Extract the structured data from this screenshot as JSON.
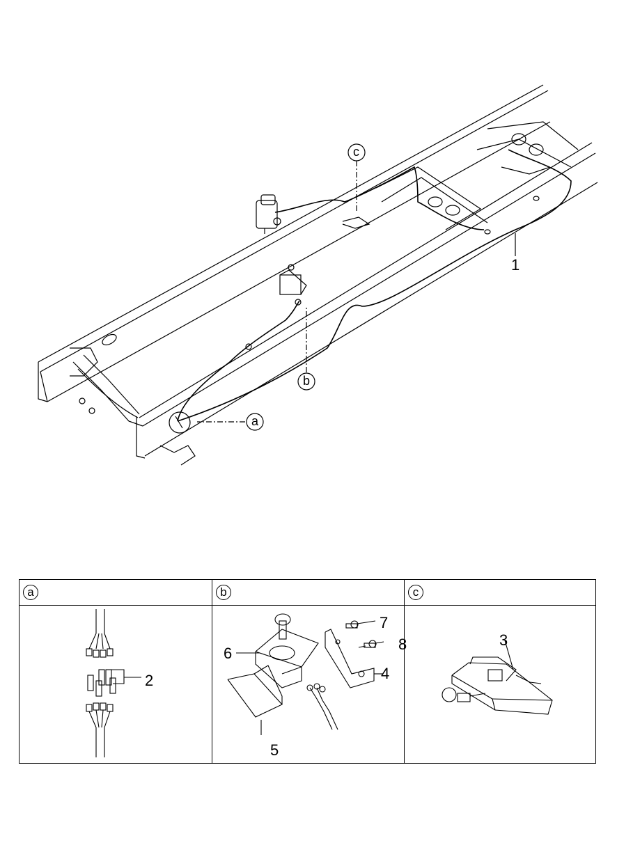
{
  "main": {
    "callouts": {
      "a": "a",
      "b": "b",
      "c": "c"
    },
    "part_numbers": {
      "p1": "1"
    }
  },
  "details": [
    {
      "label": "a",
      "parts": [
        "2"
      ]
    },
    {
      "label": "b",
      "parts": [
        "7",
        "8",
        "6",
        "4",
        "5"
      ]
    },
    {
      "label": "c",
      "parts": [
        "3"
      ]
    }
  ]
}
